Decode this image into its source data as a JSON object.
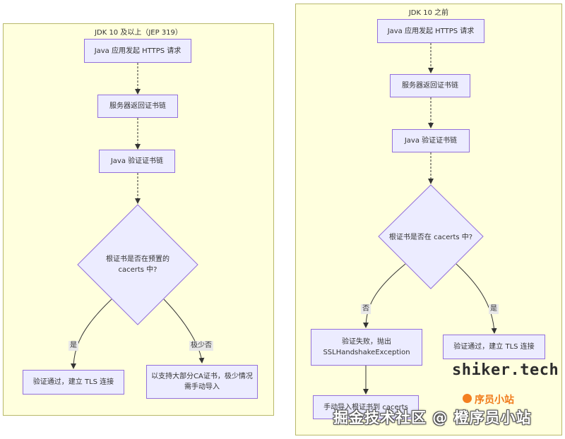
{
  "left_panel": {
    "title": "JDK 10 及以上（JEP 319）",
    "nodes": {
      "request": "Java 应用发起 HTTPS 请求",
      "server_chain": "服务器返回证书链",
      "verify": "Java 验证证书链",
      "decision": "根证书是否在预置的 cacerts 中?",
      "success": "验证通过，建立 TLS 连接",
      "rare": "以支持大部分CA证书，极少情况需手动导入"
    },
    "edge_labels": {
      "yes": "是",
      "rarely_no": "极少否"
    }
  },
  "right_panel": {
    "title": "JDK 10 之前",
    "nodes": {
      "request": "Java 应用发起 HTTPS 请求",
      "server_chain": "服务器返回证书链",
      "verify": "Java 验证证书链",
      "decision": "根证书是否在 cacerts 中?",
      "fail": "验证失败，抛出 SSLHandshakeException",
      "success": "验证通过，建立 TLS 连接",
      "manual": "手动导入根证书到 cacerts"
    },
    "edge_labels": {
      "no": "否",
      "yes": "是"
    }
  },
  "watermarks": {
    "site": "shiker.tech",
    "brand": "序员小站",
    "footer": "掘金技术社区 @ 橙序员小站"
  },
  "colors": {
    "cluster_fill": "#ffffde",
    "cluster_border": "#b8b86a",
    "node_fill": "#ececff",
    "node_border": "#9370db",
    "edge": "#333333"
  }
}
